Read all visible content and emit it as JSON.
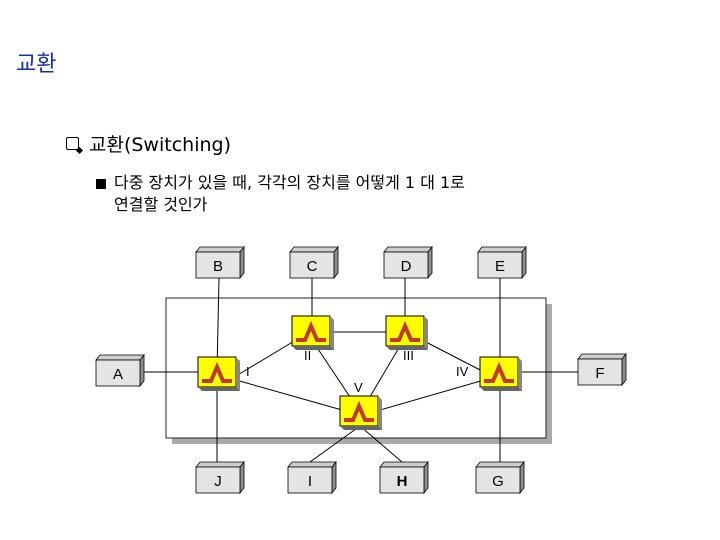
{
  "title": "교환",
  "bullets": {
    "main": "교환(Switching)",
    "sub_line1": "다중 장치가 있을 때, 각각의 장치를 어떻게 1 대 1로",
    "sub_line2": "연결할 것인가"
  },
  "diagram": {
    "stations": {
      "A": "A",
      "B": "B",
      "C": "C",
      "D": "D",
      "E": "E",
      "F": "F",
      "G": "G",
      "H": "H",
      "I": "I",
      "J": "J"
    },
    "switches": {
      "I": "I",
      "II": "II",
      "III": "III",
      "IV": "IV",
      "V": "V"
    },
    "colors": {
      "switch_fill": "#ffff00",
      "switch_arrow": "#c0392b",
      "box_fill": "#e4e4e4",
      "box_shade": "#9a9a9a",
      "network_shadow": "#aaaaaa"
    }
  }
}
